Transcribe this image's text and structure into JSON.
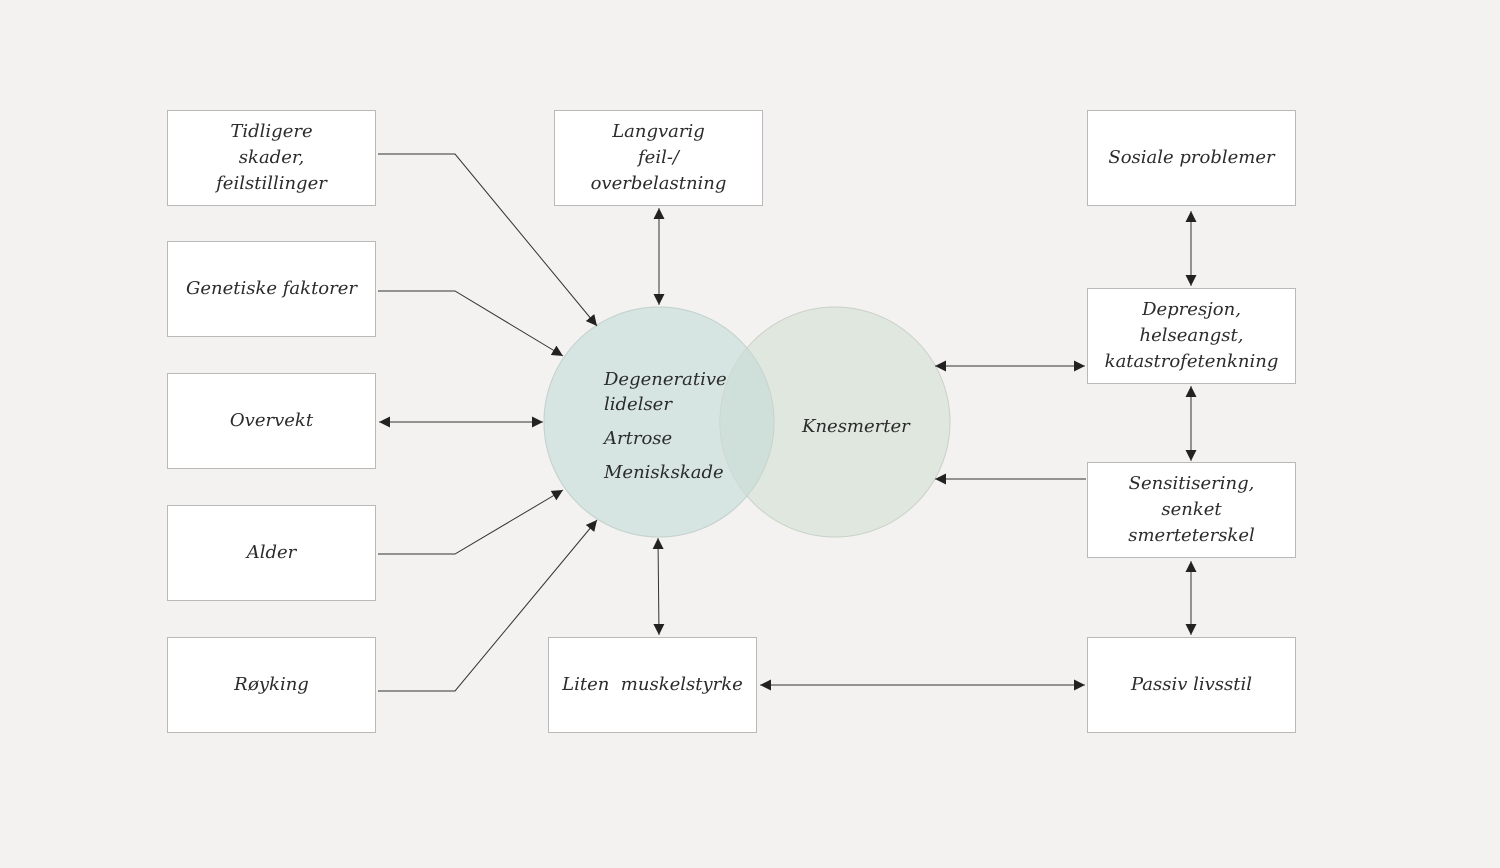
{
  "boxes": {
    "tidligere": "Tidligere skader, feilstillinger",
    "genetiske": "Genetiske faktorer",
    "overvekt": "Overvekt",
    "alder": "Alder",
    "royking": "Røyking",
    "langvarig": "Langvarig feil-/ overbelastning",
    "liten": "Liten  muskelstyrke",
    "sosiale": "Sosiale problemer",
    "depresjon": "Depresjon, helseangst, katastrofetenkning",
    "sensitisering": "Sensitisering, senket smerteterskel",
    "passiv": "Passiv livsstil"
  },
  "circles": {
    "degenerative_line1": "Degenerative",
    "degenerative_line2": "lidelser",
    "artrose": "Artrose",
    "meniskskade": "Meniskskade",
    "knesmerter": "Knesmerter"
  },
  "colors": {
    "background": "#f3f2f0",
    "circle_left": "#d6e5e2",
    "circle_right": "#dfe7de",
    "overlap": "#cfe0da",
    "box_border": "#b9b9b9",
    "line": "#333333"
  }
}
